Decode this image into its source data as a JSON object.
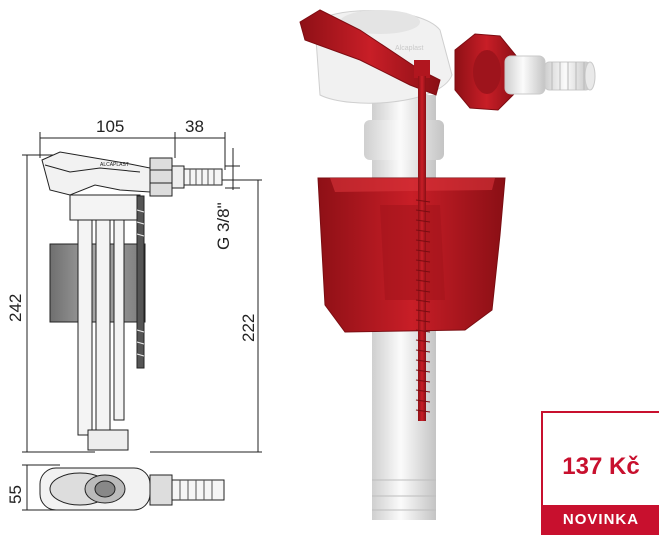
{
  "drawing": {
    "dim_width": "105",
    "dim_inlet": "38",
    "dim_height_total": "242",
    "dim_height_inlet": "222",
    "dim_thread": "G 3/8\"",
    "dim_depth": "55"
  },
  "badge": {
    "price": "137 Kč",
    "label": "NOVINKA"
  },
  "colors": {
    "accent": "#c8102e",
    "valve_red": "#b5161f",
    "valve_white": "#ececec"
  }
}
